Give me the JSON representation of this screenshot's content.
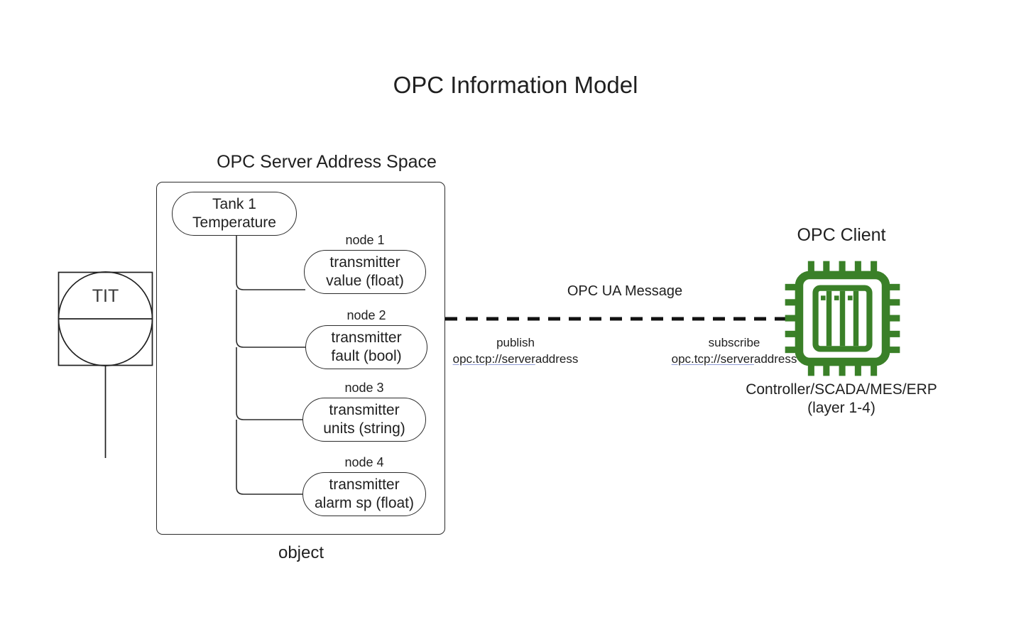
{
  "diagram": {
    "title": "OPC Information Model",
    "type": "architecture-diagram"
  },
  "field_device": {
    "tag": "TIT",
    "symbol": "instrument-balloon-square"
  },
  "server": {
    "title": "OPC Server Address Space",
    "caption": "object",
    "root_node": {
      "label": "Tank 1\nTemperature"
    },
    "nodes": [
      {
        "tag": "node 1",
        "label": "transmitter\nvalue (float)"
      },
      {
        "tag": "node 2",
        "label": "transmitter\nfault (bool)"
      },
      {
        "tag": "node 3",
        "label": "transmitter\nunits (string)"
      },
      {
        "tag": "node 4",
        "label": "transmitter\nalarm sp (float)"
      }
    ]
  },
  "link": {
    "label": "OPC UA Message",
    "style": "dashed",
    "publish": {
      "verb": "publish",
      "url_link_part": "opc.tcp://server",
      "url_plain_part": "address"
    },
    "subscribe": {
      "verb": "subscribe",
      "url_link_part": "opc.tcp://server",
      "url_plain_part": "address"
    }
  },
  "client": {
    "title": "OPC Client",
    "caption": "Controller/SCADA/MES/ERP\n(layer 1-4)",
    "icon": "cpu-chip-icon"
  },
  "colors": {
    "chip_green": "#3a8028",
    "stroke": "#2b2b2b",
    "text": "#1f1f1f",
    "link_underline": "#8f9bd6",
    "background": "#ffffff"
  }
}
